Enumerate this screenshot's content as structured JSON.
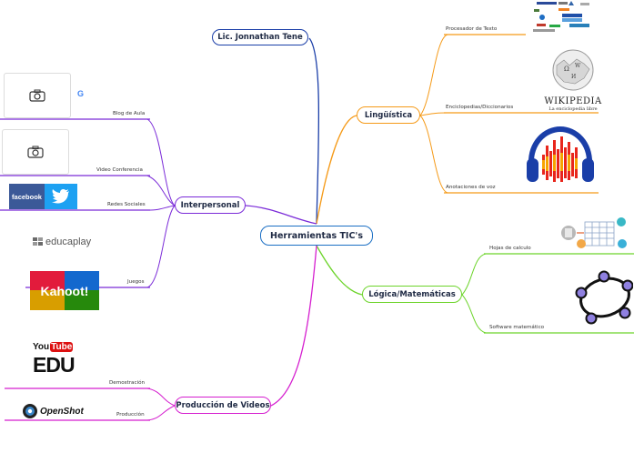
{
  "central": "Herramientas TIC's",
  "author": "Lic. Jonnathan Tene",
  "branches": {
    "linguistica": {
      "label": "Lingüística",
      "leaves": [
        "Procesador de Texto",
        "Enciclopedias/Diccionarios",
        "Anotaciones de voz"
      ]
    },
    "logica": {
      "label": "Lógica/Matemáticas",
      "leaves": [
        "Hojas de calculo",
        "Software matemático"
      ]
    },
    "interpersonal": {
      "label": "Interpersonal",
      "leaves": [
        "Blog de Aula",
        "Video Conferencia",
        "Redes Sociales",
        "Juegos"
      ]
    },
    "produccion": {
      "label": "Producción de Videos",
      "leaves": [
        "Demostración",
        "Producción"
      ]
    }
  },
  "logos": {
    "wikipedia_name": "WIKIPEDIA",
    "wikipedia_tagline": "La enciclopedia libre",
    "facebook": "facebook",
    "educaplay": "educaplay",
    "kahoot": "Kahoot!",
    "youtube_top": "You",
    "youtube_tube": "Tube",
    "youtube_edu": "EDU",
    "openshot": "OpenShot",
    "google_g": "G"
  },
  "colors": {
    "author": "#1a3ea8",
    "linguistica": "#f59a18",
    "logica": "#6cd42a",
    "interpersonal": "#7a2ad8",
    "produccion": "#d51ecf",
    "central": "#1b6fc4"
  }
}
